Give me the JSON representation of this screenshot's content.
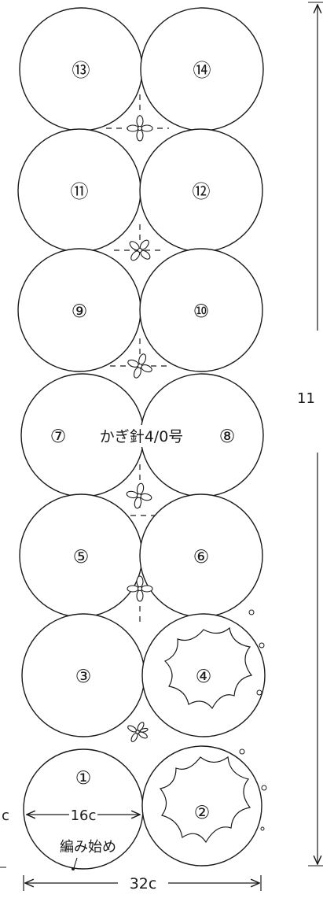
{
  "motifs": [
    {
      "number": "⑬"
    },
    {
      "number": "⑭"
    },
    {
      "number": "⑪"
    },
    {
      "number": "⑫"
    },
    {
      "number": "⑨"
    },
    {
      "number": "⑩"
    },
    {
      "number": "⑦"
    },
    {
      "number": "⑧"
    },
    {
      "number": "⑤"
    },
    {
      "number": "⑥"
    },
    {
      "number": "③"
    },
    {
      "number": "④"
    },
    {
      "number": "①"
    },
    {
      "number": "②"
    }
  ],
  "labels": {
    "hook_size": "かぎ針4/0号",
    "motif_width": "16c",
    "total_width": "32c",
    "start_point": "編み始め",
    "total_length": "11",
    "left_edge_fragment": "c"
  },
  "icons": {
    "motif_circle": "circle-motif-icon",
    "joining_flower": "small-flower-icon",
    "petal_outline": "petal-flower-icon"
  },
  "colors": {
    "line": "#1a1a1a",
    "background": "#ffffff"
  }
}
